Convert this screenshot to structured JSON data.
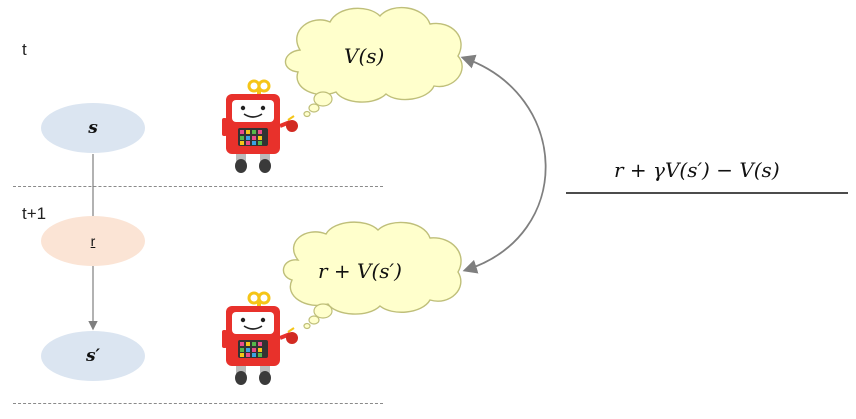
{
  "time": {
    "t": "t",
    "t_next": "t+1"
  },
  "states": {
    "s": "s",
    "r": "r",
    "s_next": "s′"
  },
  "thoughts": {
    "value_now": "V(s)",
    "value_target": "r + V(s′)"
  },
  "td_error": {
    "formula": "r + γV(s′) − V(s)"
  },
  "colors": {
    "state_fill": "#dbe5f1",
    "reward_fill": "#fbe4d5",
    "cloud_fill": "#ffffcc",
    "cloud_stroke": "#bfbf7a",
    "robot_body": "#e8312b",
    "robot_horn": "#f5c518",
    "connector": "#7f7f7f"
  },
  "icons": [
    "robot-agent-icon",
    "thought-cloud-icon"
  ]
}
